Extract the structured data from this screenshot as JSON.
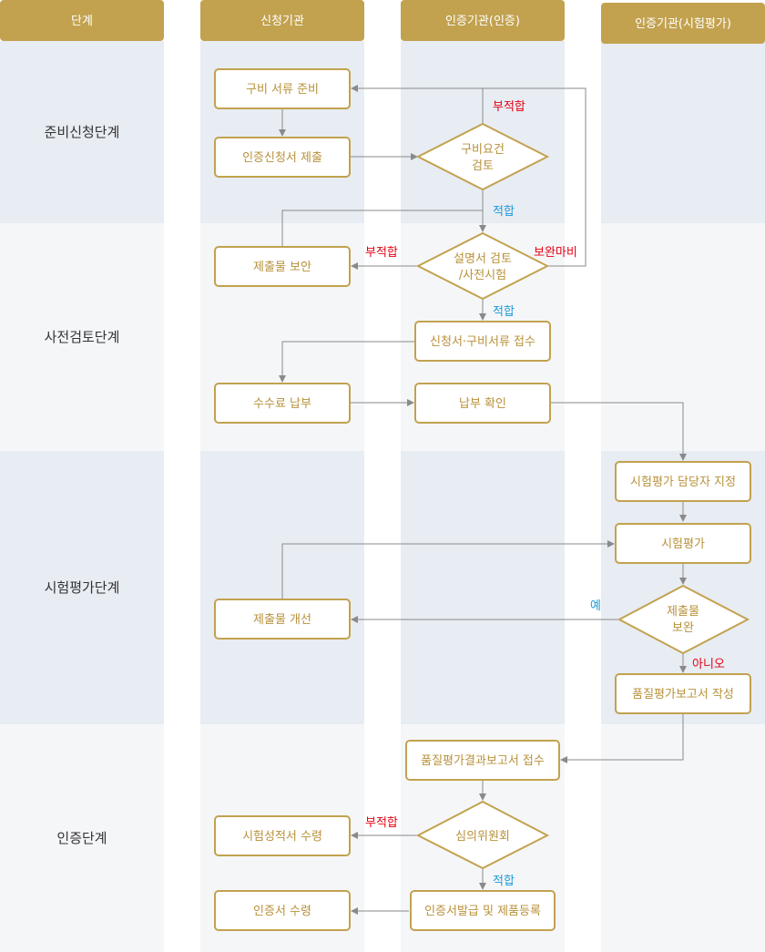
{
  "colors": {
    "header": "#c2a24f",
    "band_dark": "#e8ecf3",
    "band_light": "#f5f6f8",
    "box_border": "#c2a24f",
    "box_text": "#b8913a",
    "line": "#8a8a8a",
    "fail": "#e60012",
    "pass": "#1a9ad6"
  },
  "headers": {
    "stage": "단계",
    "applicant": "신청기관",
    "cert_body": "인증기관(인증)",
    "test_body": "인증기관(시험평가)"
  },
  "stages": {
    "prep": "준비신청단계",
    "review": "사전검토단계",
    "test": "시험평가단계",
    "cert": "인증단계"
  },
  "nodes": {
    "prepare_docs": "구비 서류 준비",
    "submit_application": "인증신청서 제출",
    "req_review_l1": "구비요건",
    "req_review_l2": "검토",
    "supplement": "제출물 보안",
    "desc_review_l1": "설명서 검토",
    "desc_review_l2": "/사전시험",
    "receipt": "신청서·구비서류 접수",
    "fee_payment": "수수료 납부",
    "payment_check": "납부 확인",
    "assign_tester": "시험평가 담당자 지정",
    "evaluation": "시험평가",
    "improve": "제출물 개선",
    "comp_l1": "제출물",
    "comp_l2": "보완",
    "quality_report": "품질평가보고서 작성",
    "result_receipt": "품질평가결과보고서 접수",
    "committee": "심의위원회",
    "test_report": "시험성적서 수령",
    "issue_register": "인증서발급 및 제품등록",
    "cert_receive": "인증서 수령"
  },
  "labels": {
    "fail_1": "부적합",
    "pass_1": "적합",
    "fail_2": "부적합",
    "incomplete": "보완마비",
    "pass_2": "적합",
    "yes": "예",
    "no": "아니오",
    "fail_3": "부적합",
    "pass_3": "적합"
  }
}
